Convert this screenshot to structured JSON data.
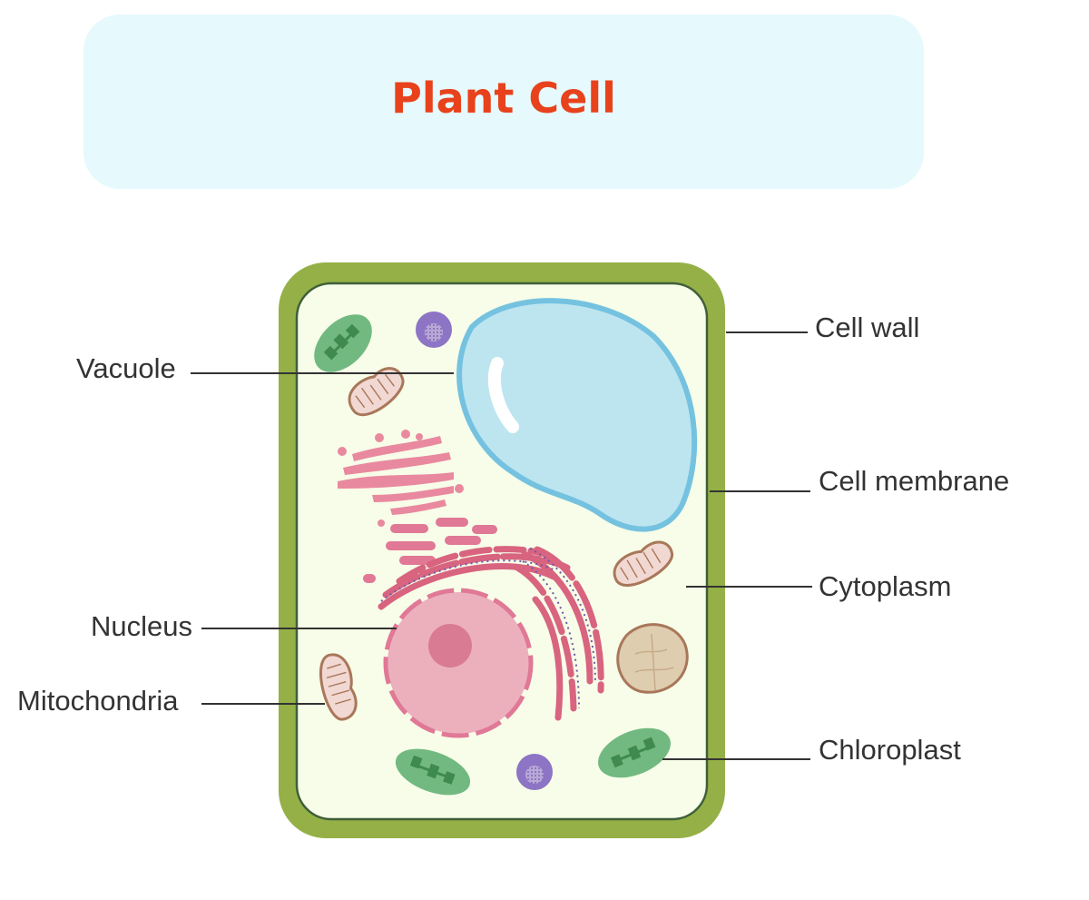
{
  "title": "Plant Cell",
  "colors": {
    "title": "#e8421c",
    "title_bg": "#e6f9fd",
    "cell_wall": "#95b046",
    "cell_membrane": "#3f5f3a",
    "cytoplasm": "#f7fde8",
    "vacuole_fill": "#bde5f0",
    "vacuole_stroke": "#75c2e0",
    "nucleus": "#ecb0bd",
    "nucleolus": "#d97b92",
    "er_golgi": "#e07896",
    "chloroplast": "#72b981",
    "chloroplast_grana": "#3f8a4f",
    "mitochondria_fill": "#f1d8d2",
    "mitochondria_stroke": "#a9775a",
    "peroxisome": "#8d74c4",
    "leader_line": "#333333"
  },
  "labels": {
    "left": [
      {
        "id": "vacuole",
        "text": "Vacuole"
      },
      {
        "id": "nucleus",
        "text": "Nucleus"
      },
      {
        "id": "mitochondria",
        "text": "Mitochondria"
      }
    ],
    "right": [
      {
        "id": "cell-wall",
        "text": "Cell wall"
      },
      {
        "id": "cell-membrane",
        "text": "Cell membrane"
      },
      {
        "id": "cytoplasm",
        "text": "Cytoplasm"
      },
      {
        "id": "chloroplast",
        "text": "Chloroplast"
      }
    ]
  }
}
